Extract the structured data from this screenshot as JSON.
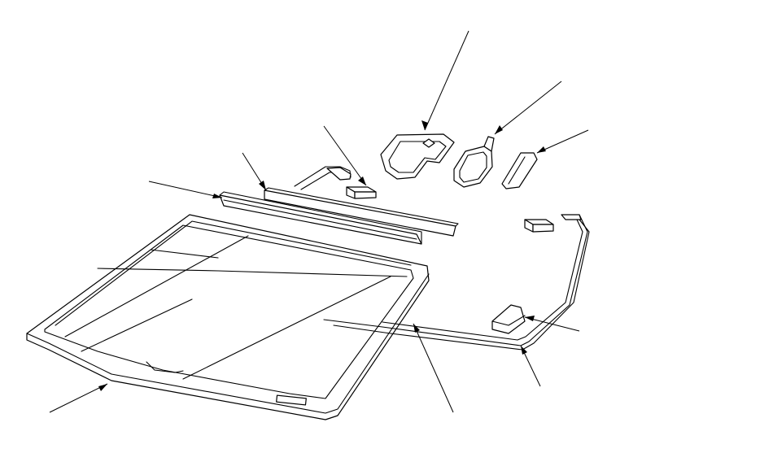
{
  "diagram": {
    "type": "exploded-parts-illustration",
    "parts": [
      {
        "id": "windshield-glass",
        "icon": "windshield-icon"
      },
      {
        "id": "upper-molding",
        "icon": "molding-strip-icon"
      },
      {
        "id": "upper-spacer",
        "icon": "spacer-strip-icon"
      },
      {
        "id": "clip-1",
        "icon": "clip-icon"
      },
      {
        "id": "mirror-base-bracket",
        "icon": "bracket-icon"
      },
      {
        "id": "sensor-bracket",
        "icon": "bracket-icon"
      },
      {
        "id": "clip-2",
        "icon": "clip-icon"
      },
      {
        "id": "side-molding",
        "icon": "molding-strip-icon"
      },
      {
        "id": "side-molding-end-cap",
        "icon": "end-cap-icon"
      },
      {
        "id": "dam-rubber",
        "icon": "rubber-strip-icon"
      }
    ],
    "leader_count": 10,
    "line_color": "#000000",
    "background": "#ffffff"
  }
}
